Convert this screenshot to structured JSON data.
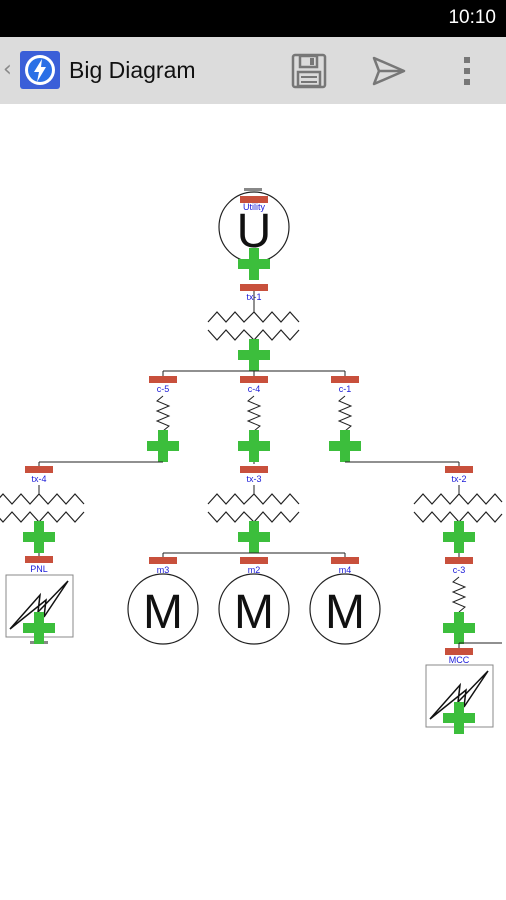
{
  "status_bar": {
    "time": "10:10"
  },
  "action_bar": {
    "title": "Big Diagram",
    "actions": [
      {
        "icon": "save-icon"
      },
      {
        "icon": "send-icon"
      },
      {
        "icon": "overflow-menu-icon"
      }
    ]
  },
  "diagram": {
    "utility": {
      "label": "Utility",
      "symbol": "U"
    },
    "transformers": [
      {
        "id": "tx-1",
        "label": "tx-1"
      },
      {
        "id": "tx-4",
        "label": "tx-4"
      },
      {
        "id": "tx-3",
        "label": "tx-3"
      },
      {
        "id": "tx-2",
        "label": "tx-2"
      }
    ],
    "cables": [
      {
        "id": "c-5",
        "label": "c-5"
      },
      {
        "id": "c-4",
        "label": "c-4"
      },
      {
        "id": "c-1",
        "label": "c-1"
      },
      {
        "id": "c-3",
        "label": "c-3"
      }
    ],
    "motors": [
      {
        "id": "m3",
        "label": "m3",
        "symbol": "M"
      },
      {
        "id": "m2",
        "label": "m2",
        "symbol": "M"
      },
      {
        "id": "m4",
        "label": "m4",
        "symbol": "M"
      }
    ],
    "panels": [
      {
        "id": "PNL",
        "label": "PNL"
      },
      {
        "id": "MCC",
        "label": "MCC"
      }
    ]
  },
  "colors": {
    "breaker": "#c8503c",
    "add_node": "#3cbe3c",
    "label": "#1a1ad8",
    "line": "#222222"
  }
}
